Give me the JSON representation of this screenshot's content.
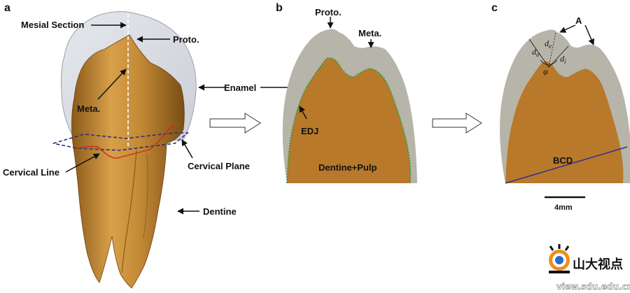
{
  "panels": {
    "a": "a",
    "b": "b",
    "c": "c"
  },
  "panel_a": {
    "mesial_section": "Mesial Section",
    "proto": "Proto.",
    "enamel": "Enamel",
    "meta": "Meta.",
    "cervical_line": "Cervical Line",
    "cervical_plane": "Cervical Plane",
    "dentine": "Dentine"
  },
  "panel_b": {
    "proto": "Proto.",
    "meta": "Meta.",
    "edj": "EDJ",
    "dentine_pulp": "Dentine+Pulp"
  },
  "panel_c": {
    "a_label": "A",
    "d_e": "d",
    "d_e_sub": "e",
    "d_o": "d",
    "d_o_sub": "o",
    "d_i": "d",
    "d_i_sub": "i",
    "phi": "φ",
    "bcd": "BCD",
    "scale": "4mm"
  },
  "watermark": {
    "brand": "山大视点",
    "url": "view.sdu.edu.cn"
  },
  "colors": {
    "enamel_gray": "#b7b5a9",
    "dentine_brown": "#b8792a",
    "tooth_gold": "#c98f3a",
    "edj_green": "#2f9a3a",
    "plane_blue": "#2a2f7a",
    "line_red": "#cc2a1a",
    "bcd_line": "#3a2f8a"
  }
}
